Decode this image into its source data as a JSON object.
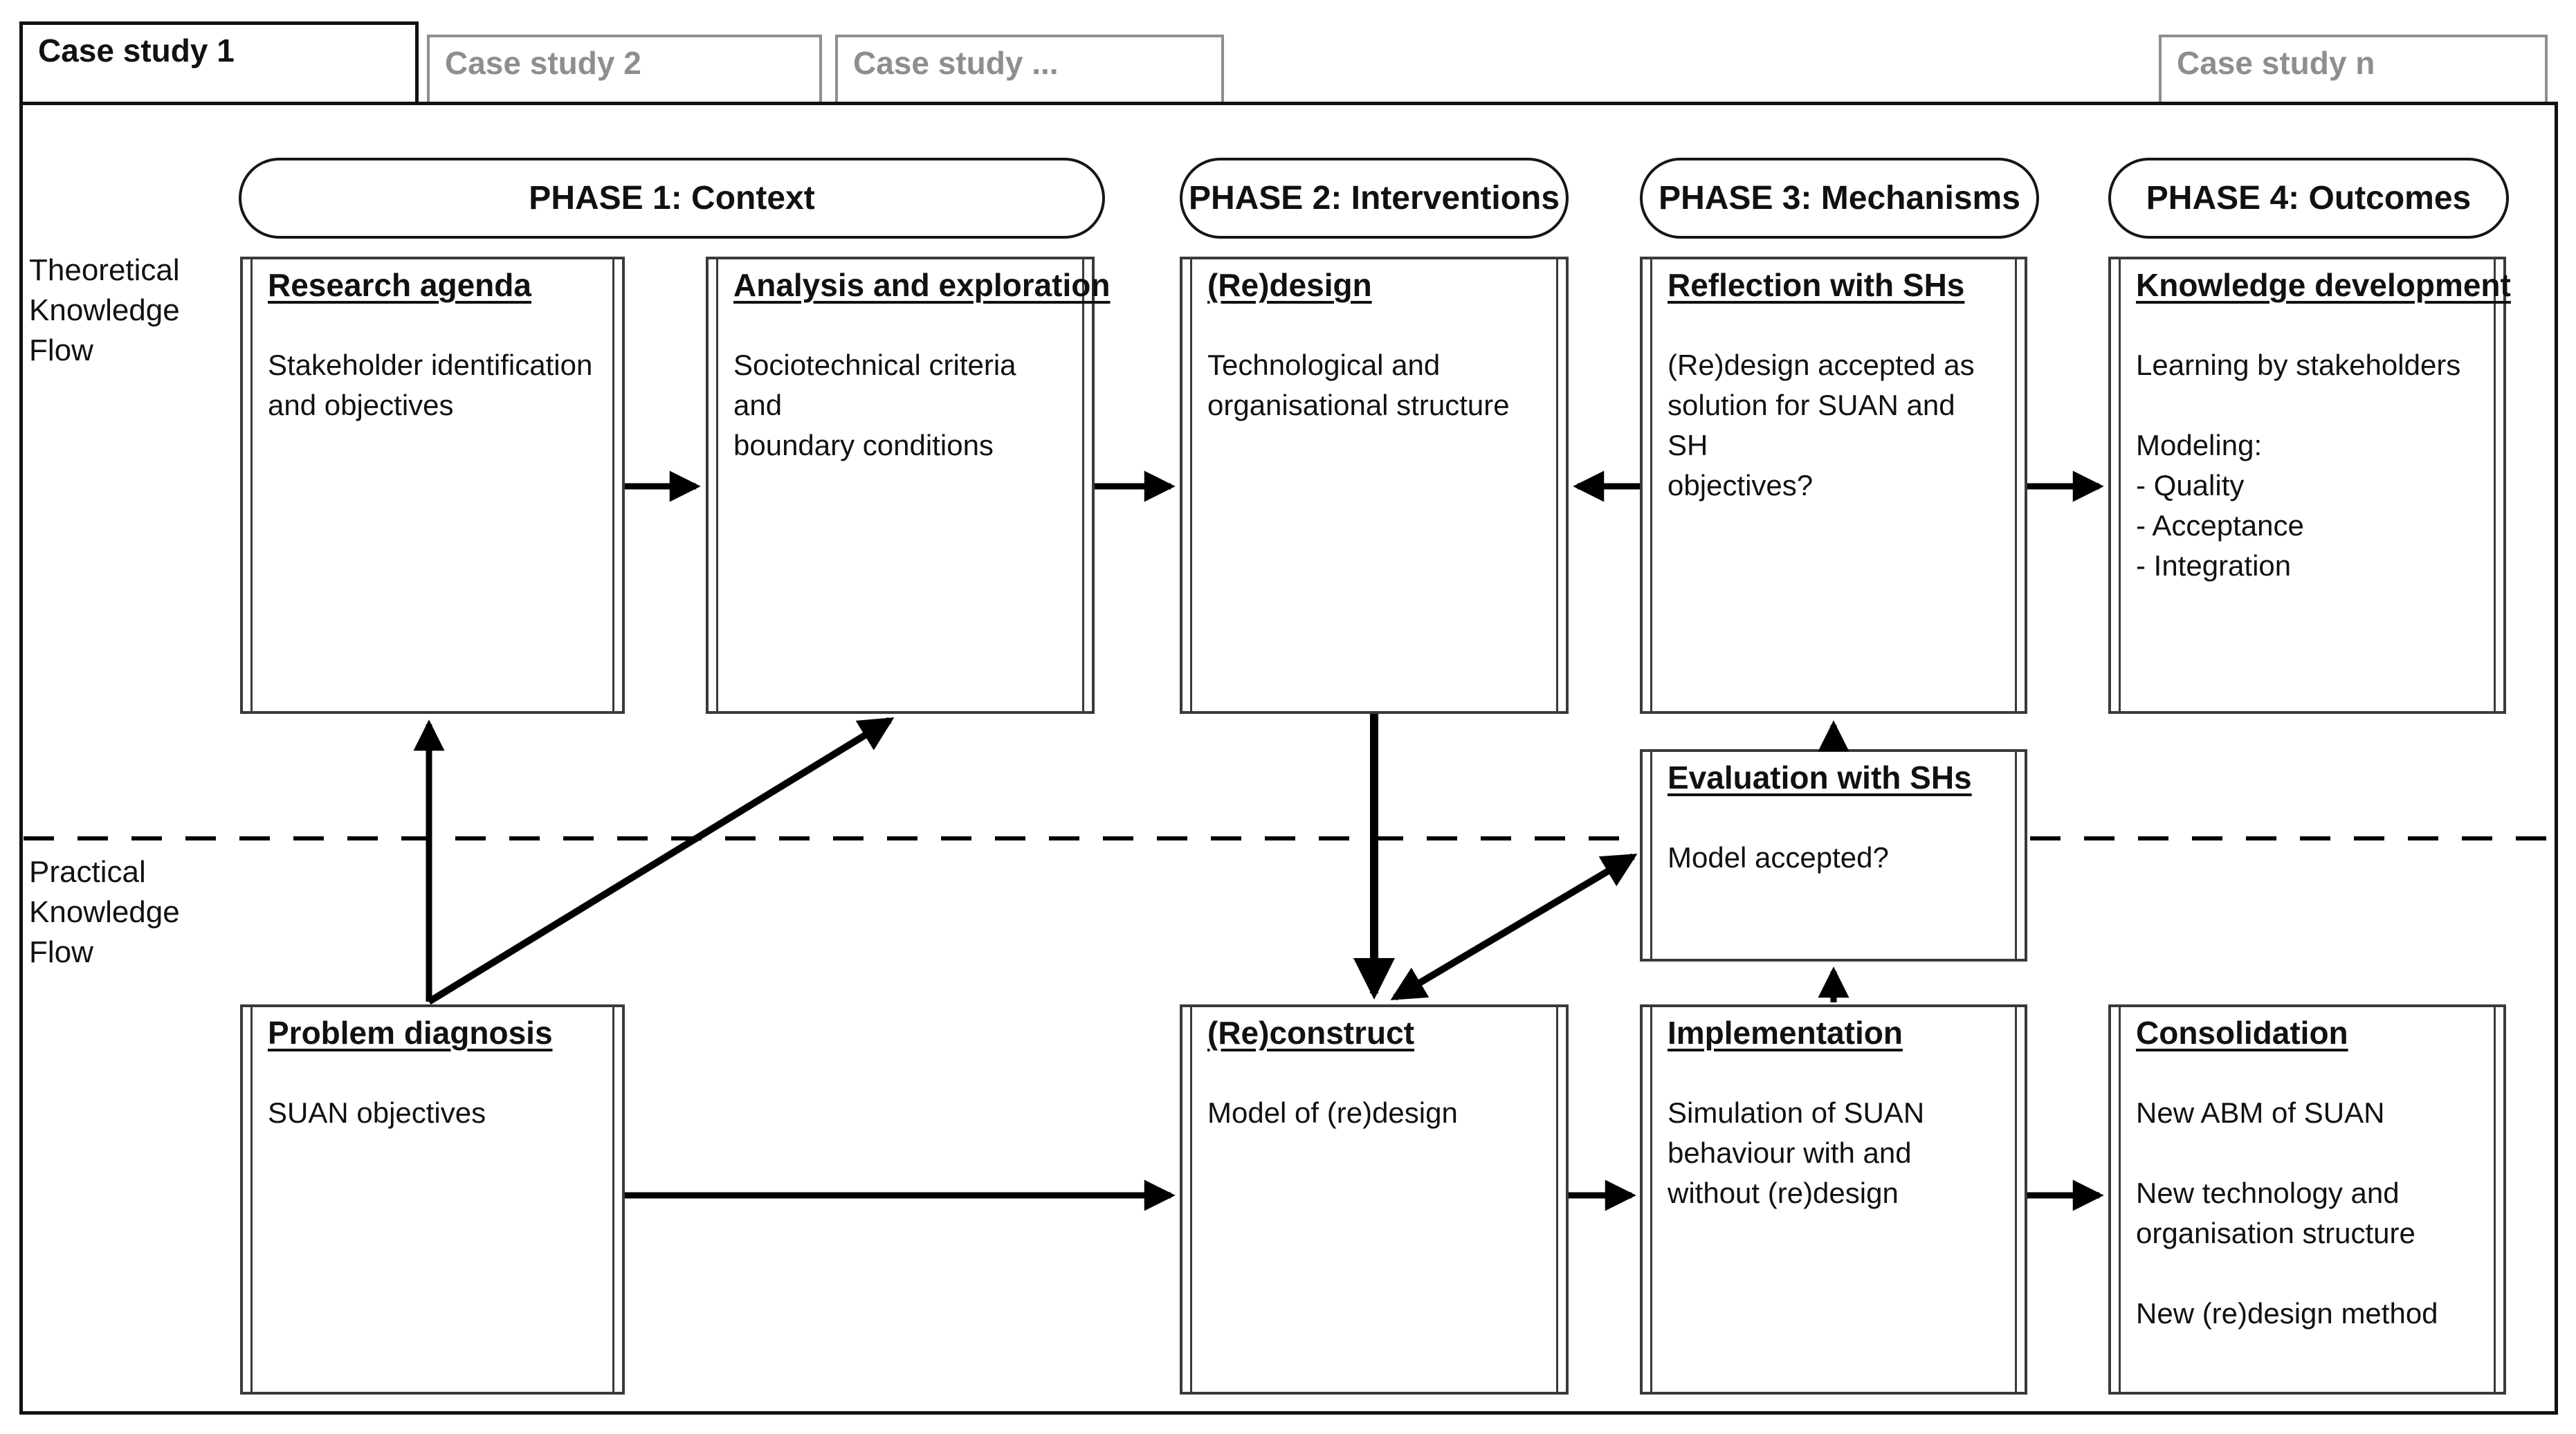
{
  "tabs": [
    {
      "label": "Case study 1",
      "active": true
    },
    {
      "label": "Case study 2",
      "active": false
    },
    {
      "label": "Case study ...",
      "active": false
    },
    {
      "label": "Case study n",
      "active": false
    }
  ],
  "flow_labels": {
    "theoretical": "Theoretical\nKnowledge\nFlow",
    "practical": "Practical\nKnowledge\nFlow"
  },
  "phases": [
    {
      "label": "PHASE 1: Context"
    },
    {
      "label": "PHASE 2: Interventions"
    },
    {
      "label": "PHASE 3: Mechanisms"
    },
    {
      "label": "PHASE 4: Outcomes"
    }
  ],
  "boxes": {
    "research_agenda": {
      "title": "Research agenda",
      "body": "Stakeholder identification\nand objectives"
    },
    "analysis_exploration": {
      "title": "Analysis and exploration",
      "body": "Sociotechnical criteria and\nboundary conditions"
    },
    "redesign": {
      "title": "(Re)design",
      "body": "Technological and\norganisational structure"
    },
    "reflection_with_shs": {
      "title": "Reflection with SHs",
      "body": "(Re)design accepted as\nsolution for SUAN and SH\nobjectives?"
    },
    "knowledge_development": {
      "title": "Knowledge development",
      "body": "Learning by stakeholders\n\nModeling:\n- Quality\n- Acceptance\n- Integration"
    },
    "evaluation_with_shs": {
      "title": "Evaluation with SHs",
      "body": "Model accepted?"
    },
    "problem_diagnosis": {
      "title": "Problem diagnosis",
      "body": "SUAN objectives"
    },
    "reconstruct": {
      "title": "(Re)construct",
      "body": "Model of (re)design"
    },
    "implementation": {
      "title": "Implementation",
      "body": "Simulation of SUAN\nbehaviour with and\nwithout (re)design"
    },
    "consolidation": {
      "title": "Consolidation",
      "body": "New ABM of SUAN\n\nNew technology and\norganisation structure\n\nNew (re)design method"
    }
  },
  "colors": {
    "ink": "#111111",
    "box_border": "#3a3a3a",
    "inactive_tab": "#8e8e8e",
    "background": "#ffffff"
  }
}
